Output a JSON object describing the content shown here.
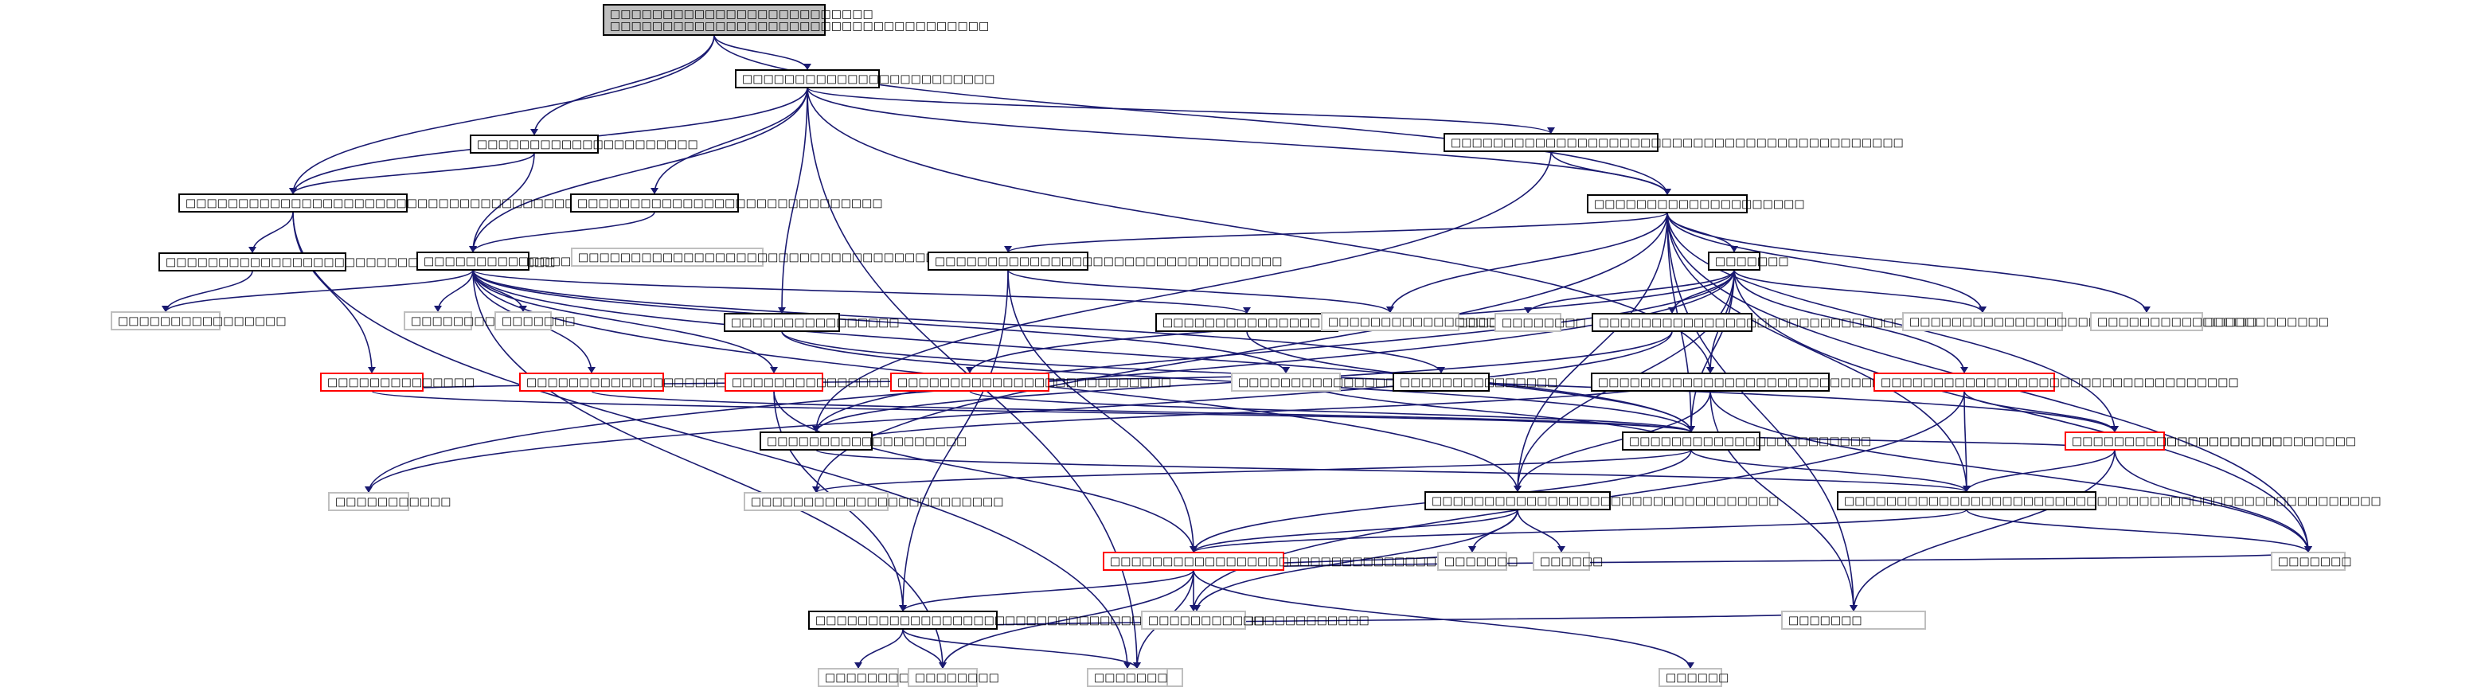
{
  "graph": {
    "colors": {
      "edge": "#191970",
      "root_fill": "#bfbfbf",
      "default_border": "#000000",
      "highlight_border": "#ff0000",
      "leaf_border": "#bfbfbf",
      "node_fill": "#ffffff"
    },
    "nodes": {
      "root": {
        "label": "□□□□□□□□□□□□□□□□□□□□□□□□□\n□□□□□□□□□□□□□□□□□□□□□□□□□□□□□□□□□□□□",
        "style": "root"
      },
      "n_top": {
        "label": "□□□□□□□□□□□□□□□□□□□□□□□□",
        "style": "default"
      },
      "n_left1": {
        "label": "□□□□□□□□□□□□□□□□□□□□□",
        "style": "default"
      },
      "n_big": {
        "label": "□□□□□□□□□□□□□□□□□□□□□□□□□□□□□□□□□□□□□□□□□□□□□□□□□",
        "style": "default"
      },
      "n_midbox": {
        "label": "□□□□□□□□□□□□□□□□□□□□□□□□□□□□□",
        "style": "default"
      },
      "n_rtop": {
        "label": "□□□□□□□□□□□□□□□□□□□□□□□□□□□□□□□□□□□□□□□□□□□",
        "style": "default"
      },
      "n_hub": {
        "label": "□□□□□□□□□□□□□□□□□□□□",
        "style": "default"
      },
      "n_l2a": {
        "label": "□□□□□□□□□□□□□□□□□□□□□□□□□□□□□□□□□□□□□",
        "style": "default"
      },
      "n_mid": {
        "label": "□□□□□□□□□□□□□□□□□□□",
        "style": "default"
      },
      "n_gray_long": {
        "label": "□□□□□□□□□□□□□□□□□□□□□□□□□□□□□□□□□□□□□□□",
        "style": "leaf"
      },
      "n_c1": {
        "label": "□□□□□□□□□□□□□□□□□□□□□□□□□□□□□□□□□",
        "style": "default"
      },
      "n_small": {
        "label": "□□□□□□□",
        "style": "default"
      },
      "g_l1": {
        "label": "□□□□□□□□□□□□□□□□",
        "style": "leaf"
      },
      "g_a": {
        "label": "□□□□□□□□",
        "style": "leaf"
      },
      "g_b": {
        "label": "□□□□□□□",
        "style": "leaf"
      },
      "n_c2": {
        "label": "□□□□□□□□□□□□□□□□",
        "style": "default"
      },
      "n_c3": {
        "label": "□□□□□□□□□□□□□□□□□□□□□□□□□□□□□□□□□□□",
        "style": "default"
      },
      "g_c": {
        "label": "□□□□□□□□□□□□□□□□□□□□",
        "style": "leaf"
      },
      "g_r1": {
        "label": "□□□□□□□□",
        "style": "leaf"
      },
      "n_c4": {
        "label": "□□□□□□□□□□□□□□□□□□□□□□□□□□□□□□□□□□□",
        "style": "default"
      },
      "g_r2": {
        "label": "□□□□□□□□□□□□□□□□□□□□□□□□□□□□□□□□□",
        "style": "leaf"
      },
      "g_r3": {
        "label": "□□□□□□□□□□□□□□□□□□□□□□",
        "style": "leaf"
      },
      "r_a": {
        "label": "□□□□□□□□□□□□□□",
        "style": "highlight"
      },
      "r_b": {
        "label": "□□□□□□□□□□□□□□□□□□□□□□□□□",
        "style": "highlight"
      },
      "r_c": {
        "label": "□□□□□□□□□□□□□□□",
        "style": "highlight"
      },
      "r_d": {
        "label": "□□□□□□□□□□□□□□□□□□□□□□□□□□",
        "style": "highlight"
      },
      "g_d": {
        "label": "□□□□□□□□□□□□□□□□",
        "style": "leaf"
      },
      "n_c5": {
        "label": "□□□□□□□□□□□□□□□",
        "style": "default"
      },
      "n_c6": {
        "label": "□□□□□□□□□□□□□□□□□□□□□□□□□□□□□□□□□□□□□□□",
        "style": "default"
      },
      "r_e": {
        "label": "□□□□□□□□□□□□□□□□□□□□□□□□□□□□□□□□□□",
        "style": "highlight"
      },
      "n_hub2": {
        "label": "□□□□□□□□□□□□□□□□□□□",
        "style": "default"
      },
      "g_e": {
        "label": "□□□□□□□□□□□",
        "style": "leaf"
      },
      "g_f": {
        "label": "□□□□□□□□□□□□□□□□□□□□□□□□",
        "style": "leaf"
      },
      "n_c7": {
        "label": "□□□□□□□□□□□□□□□□□□□□□□□",
        "style": "default"
      },
      "r_f": {
        "label": "□□□□□□□□□□□□□□□□□□□□",
        "style": "highlight"
      },
      "r_g": {
        "label": "□□□□□□□□□□□□□□□□□□□□□□□□□□□",
        "style": "highlight"
      },
      "n_c8": {
        "label": "□□□□□□□□□□□□□□□□□□□□□□□□□□□□□□□□□",
        "style": "default"
      },
      "n_c9": {
        "label": "□□□□□□□□□□□□□□□□□□□□□□□□□□□□□□□□□□□□□□□□□□□□□□□□□□□",
        "style": "default"
      },
      "r_main": {
        "label": "□□□□□□□□□□□□□□□□□□□□□□□□□□□□□□□□□",
        "style": "highlight"
      },
      "g_h1": {
        "label": "□□□□□□□",
        "style": "leaf"
      },
      "g_h2": {
        "label": "□□□□□□",
        "style": "leaf"
      },
      "g_h3": {
        "label": "□□□□□□□□□□",
        "style": "leaf"
      },
      "n_bottom": {
        "label": "□□□□□□□□□□□□□□□□□□□□□□□□□□□□□□□□□□□□",
        "style": "default"
      },
      "g_i1": {
        "label": "□□□□□□□",
        "style": "leaf"
      },
      "g_i2": {
        "label": "□□□□□□□□□□□",
        "style": "leaf"
      },
      "g_j1": {
        "label": "□□□□□□□□□□□□□□□□□□□□□",
        "style": "leaf"
      },
      "g_k1": {
        "label": "□□□□□□□□",
        "style": "leaf"
      },
      "g_k2": {
        "label": "□□□□□□",
        "style": "leaf"
      },
      "g_k3": {
        "label": "□□□□□□□",
        "style": "leaf"
      },
      "g_k4": {
        "label": "□□□□□□□",
        "style": "leaf"
      },
      "g_k5": {
        "label": "□□□□□□",
        "style": "leaf"
      }
    },
    "edges": [
      [
        "root",
        "n_top"
      ],
      [
        "root",
        "n_left1"
      ],
      [
        "root",
        "n_big"
      ],
      [
        "root",
        "n_hub"
      ],
      [
        "n_top",
        "n_big"
      ],
      [
        "n_top",
        "n_midbox"
      ],
      [
        "n_top",
        "n_rtop"
      ],
      [
        "n_top",
        "n_hub"
      ],
      [
        "n_top",
        "n_mid"
      ],
      [
        "n_top",
        "n_c2"
      ],
      [
        "n_top",
        "n_c6"
      ],
      [
        "n_top",
        "g_k2"
      ],
      [
        "n_left1",
        "n_big"
      ],
      [
        "n_left1",
        "n_mid"
      ],
      [
        "n_big",
        "n_l2a"
      ],
      [
        "n_big",
        "r_a"
      ],
      [
        "n_big",
        "g_k3"
      ],
      [
        "n_midbox",
        "g_gray_long"
      ],
      [
        "n_midbox",
        "n_mid"
      ],
      [
        "n_rtop",
        "n_hub"
      ],
      [
        "n_rtop",
        "n_hub2"
      ],
      [
        "n_l2a",
        "g_l1"
      ],
      [
        "n_mid",
        "g_l1"
      ],
      [
        "n_mid",
        "g_a"
      ],
      [
        "n_mid",
        "g_b"
      ],
      [
        "n_mid",
        "r_b"
      ],
      [
        "n_mid",
        "r_c"
      ],
      [
        "n_mid",
        "n_c3"
      ],
      [
        "n_mid",
        "g_d"
      ],
      [
        "n_mid",
        "n_c5"
      ],
      [
        "n_mid",
        "n_c7"
      ],
      [
        "n_mid",
        "g_k1"
      ],
      [
        "n_mid",
        "n_c8"
      ],
      [
        "n_hub",
        "g_gray_long"
      ],
      [
        "n_hub",
        "n_c1"
      ],
      [
        "n_hub",
        "n_small"
      ],
      [
        "n_hub",
        "g_r2"
      ],
      [
        "n_hub",
        "g_r3"
      ],
      [
        "n_hub",
        "n_c7"
      ],
      [
        "n_hub",
        "n_c8"
      ],
      [
        "n_hub",
        "n_c9"
      ],
      [
        "n_hub",
        "g_f"
      ],
      [
        "n_hub",
        "g_k4"
      ],
      [
        "n_hub",
        "g_i1"
      ],
      [
        "n_hub",
        "r_g"
      ],
      [
        "n_hub",
        "g_c"
      ],
      [
        "n_c1",
        "g_c"
      ],
      [
        "n_c1",
        "r_main"
      ],
      [
        "n_c1",
        "n_bottom"
      ],
      [
        "n_small",
        "n_c4"
      ],
      [
        "n_small",
        "g_r1"
      ],
      [
        "n_small",
        "g_r2"
      ],
      [
        "n_small",
        "r_d"
      ],
      [
        "n_small",
        "n_c6"
      ],
      [
        "n_small",
        "n_hub2"
      ],
      [
        "n_small",
        "n_c8"
      ],
      [
        "n_small",
        "r_e"
      ],
      [
        "n_small",
        "g_e"
      ],
      [
        "n_small",
        "n_c7"
      ],
      [
        "n_small",
        "g_k4"
      ],
      [
        "n_c2",
        "r_f"
      ],
      [
        "n_c2",
        "n_c7"
      ],
      [
        "n_c3",
        "n_c7"
      ],
      [
        "n_c4",
        "g_e"
      ],
      [
        "n_c4",
        "n_hub2"
      ],
      [
        "r_a",
        "g_d"
      ],
      [
        "r_a",
        "n_c7"
      ],
      [
        "r_b",
        "n_c7"
      ],
      [
        "r_c",
        "r_main"
      ],
      [
        "r_c",
        "n_bottom"
      ],
      [
        "r_d",
        "n_c7"
      ],
      [
        "r_e",
        "g_j1"
      ],
      [
        "r_e",
        "r_g"
      ],
      [
        "r_e",
        "n_c9"
      ],
      [
        "n_hub2",
        "n_c6"
      ],
      [
        "n_hub2",
        "n_c9"
      ],
      [
        "n_c6",
        "n_c8"
      ],
      [
        "n_c6",
        "g_k4"
      ],
      [
        "n_c6",
        "g_i1"
      ],
      [
        "n_c7",
        "g_d"
      ],
      [
        "n_c7",
        "g_f"
      ],
      [
        "n_c7",
        "r_main"
      ],
      [
        "n_c7",
        "n_c9"
      ],
      [
        "r_f",
        "n_c7"
      ],
      [
        "r_g",
        "n_c9"
      ],
      [
        "r_g",
        "g_k4"
      ],
      [
        "r_g",
        "g_i1"
      ],
      [
        "n_c8",
        "r_main"
      ],
      [
        "n_c8",
        "g_h1"
      ],
      [
        "n_c8",
        "g_h2"
      ],
      [
        "n_c8",
        "g_h3"
      ],
      [
        "n_c9",
        "r_main"
      ],
      [
        "n_c9",
        "g_k4"
      ],
      [
        "r_main",
        "n_bottom"
      ],
      [
        "r_main",
        "g_h1"
      ],
      [
        "r_main",
        "g_j1"
      ],
      [
        "r_main",
        "g_k1"
      ],
      [
        "r_main",
        "g_k2"
      ],
      [
        "r_main",
        "g_k4"
      ],
      [
        "r_main",
        "g_k5"
      ],
      [
        "n_bottom",
        "g_i2"
      ],
      [
        "n_bottom",
        "g_k1"
      ],
      [
        "n_bottom",
        "g_k2"
      ],
      [
        "n_bottom",
        "g_i1"
      ]
    ]
  }
}
